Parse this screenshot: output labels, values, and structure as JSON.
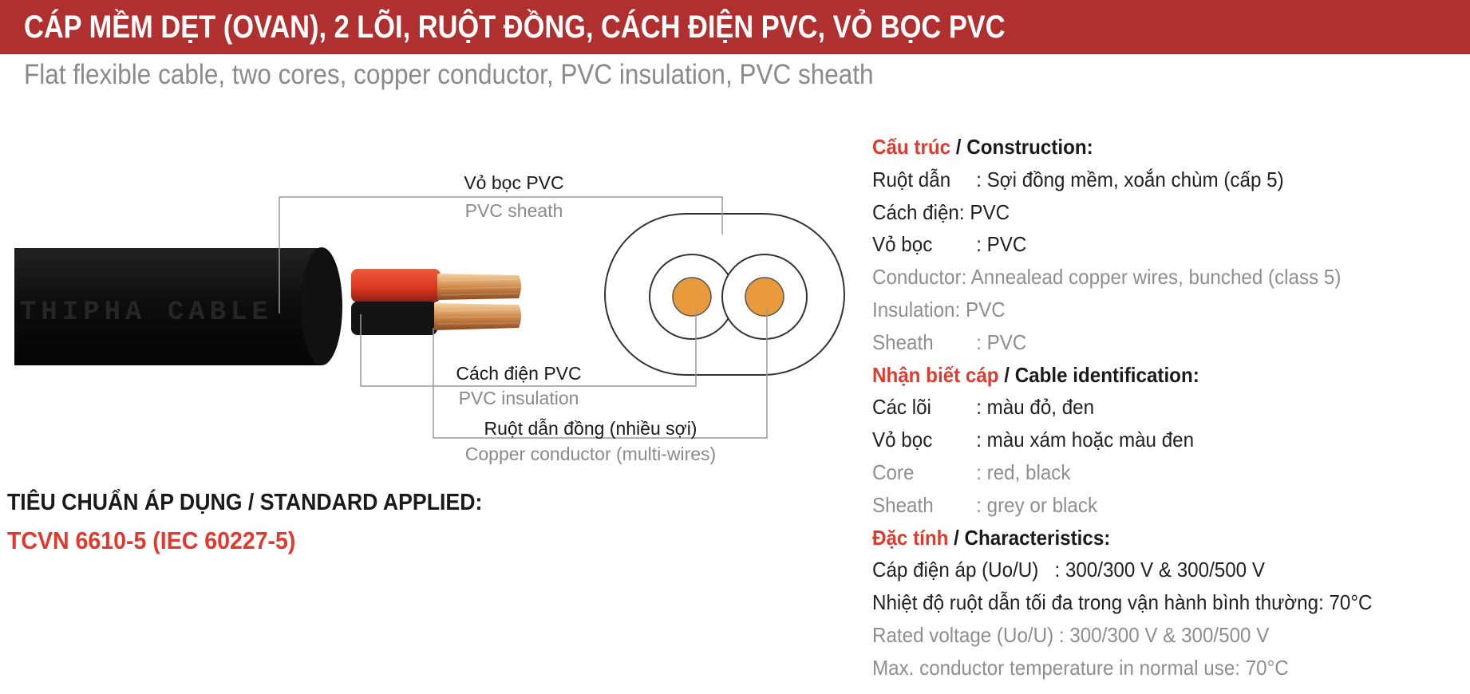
{
  "header": {
    "title": "CÁP MỀM DẸT (OVAN), 2 LÕI, RUỘT ĐỒNG, CÁCH ĐIỆN PVC, VỎ BỌC PVC",
    "subtitle": "Flat flexible cable, two cores, copper conductor, PVC insulation, PVC sheath"
  },
  "colors": {
    "brand_red": "#b03030",
    "accent_red": "#e03a2f",
    "copper": "#e99a3c"
  },
  "diagram": {
    "jacket_print": "THIPHA CABLE",
    "sheath_vi": "Vỏ bọc PVC",
    "sheath_en": "PVC sheath",
    "insulation_vi": "Cách điện PVC",
    "insulation_en": "PVC insulation",
    "conductor_vi": "Ruột dẫn đồng (nhiều sợi)",
    "conductor_en": "Copper conductor (multi-wires)"
  },
  "standard": {
    "label": "TIÊU CHUẨN ÁP DỤNG / STANDARD APPLIED:",
    "value": "TCVN 6610-5 (IEC 60227-5)"
  },
  "construction": {
    "head_vi": "Cấu trúc",
    "head_en": " / Construction:",
    "rows_vi": [
      {
        "label": "Ruột dẫn",
        "value": ": Sợi đồng mềm, xoắn chùm (cấp 5)"
      },
      {
        "label": "Cách điện",
        "value": ": PVC"
      },
      {
        "label": "Vỏ bọc",
        "value": ": PVC"
      }
    ],
    "rows_en": [
      {
        "label": "Conductor",
        "value": ": Annealead copper wires, bunched (class 5)"
      },
      {
        "label": "Insulation",
        "value": ": PVC"
      },
      {
        "label": "Sheath",
        "value": ": PVC"
      }
    ]
  },
  "identification": {
    "head_vi": "Nhận biết cáp",
    "head_en": " / Cable identification:",
    "rows_vi": [
      {
        "label": "Các lõi",
        "value": ": màu đỏ, đen"
      },
      {
        "label": "Vỏ bọc",
        "value": ": màu xám hoặc màu đen"
      }
    ],
    "rows_en": [
      {
        "label": "Core",
        "value": ": red, black"
      },
      {
        "label": "Sheath",
        "value": ": grey or black"
      }
    ]
  },
  "characteristics": {
    "head_vi": "Đặc tính",
    "head_en": " / Characteristics:",
    "rows": [
      "Cáp điện áp (Uo/U)   : 300/300 V & 300/500 V",
      "Nhiệt độ ruột dẫn tối đa trong vận hành bình thường: 70°C",
      "Rated voltage (Uo/U) : 300/300 V & 300/500 V",
      "Max. conductor temperature in normal use: 70°C"
    ]
  }
}
